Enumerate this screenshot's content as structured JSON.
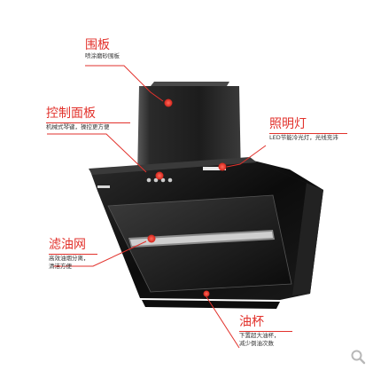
{
  "labels": {
    "panel": {
      "title": "围板",
      "desc": [
        "喷涂磨砂围板"
      ]
    },
    "control": {
      "title": "控制面板",
      "desc": [
        "机械式琴键，操控更方便"
      ]
    },
    "light": {
      "title": "照明灯",
      "desc": [
        "LED节能冷光灯，光线充沛"
      ]
    },
    "filter": {
      "title": "滤油网",
      "desc": [
        "高效油烟分离，",
        "清洁方便"
      ]
    },
    "cup": {
      "title": "油杯",
      "desc": [
        "下置超大油杯，",
        "减少倒油次数"
      ]
    }
  },
  "colors": {
    "accent": "#e2322c",
    "hood": "#111111"
  },
  "icons": {
    "search": "search-icon"
  }
}
